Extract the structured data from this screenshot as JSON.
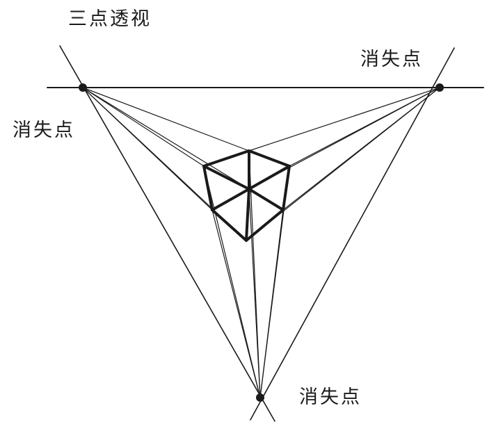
{
  "title": "三点透视",
  "vanishing_points": {
    "left": "消失点",
    "right": "消失点",
    "bottom": "消失点"
  },
  "colors": {
    "line": "#1a1a1a",
    "background": "#ffffff"
  }
}
